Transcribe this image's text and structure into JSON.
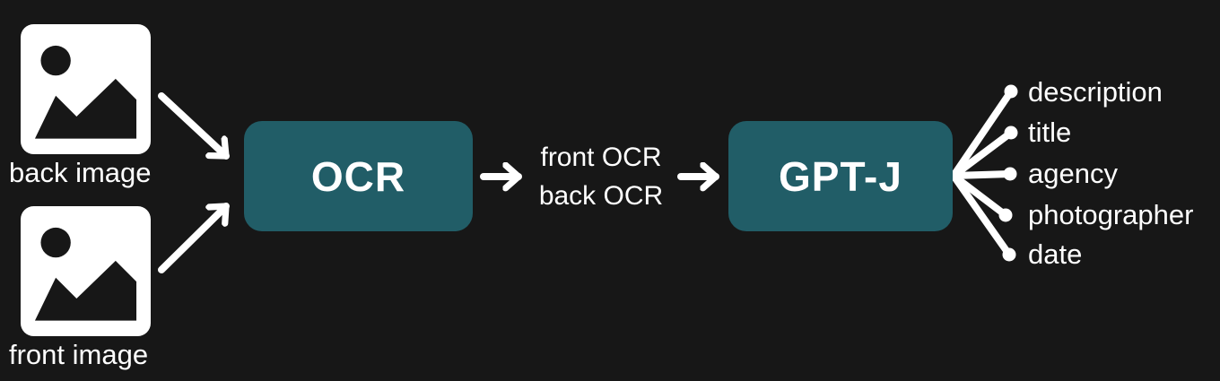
{
  "colors": {
    "background": "#171717",
    "node": "#215d67",
    "foreground": "#ffffff"
  },
  "inputs": [
    {
      "icon": "image-icon",
      "label": "back image"
    },
    {
      "icon": "image-icon",
      "label": "front image"
    }
  ],
  "nodes": {
    "ocr": {
      "label": "OCR"
    },
    "gptj": {
      "label": "GPT-J"
    }
  },
  "intermediate": {
    "lines": [
      "front OCR",
      "back OCR"
    ]
  },
  "outputs": {
    "items": [
      "description",
      "title",
      "agency",
      "photographer",
      "date"
    ]
  }
}
